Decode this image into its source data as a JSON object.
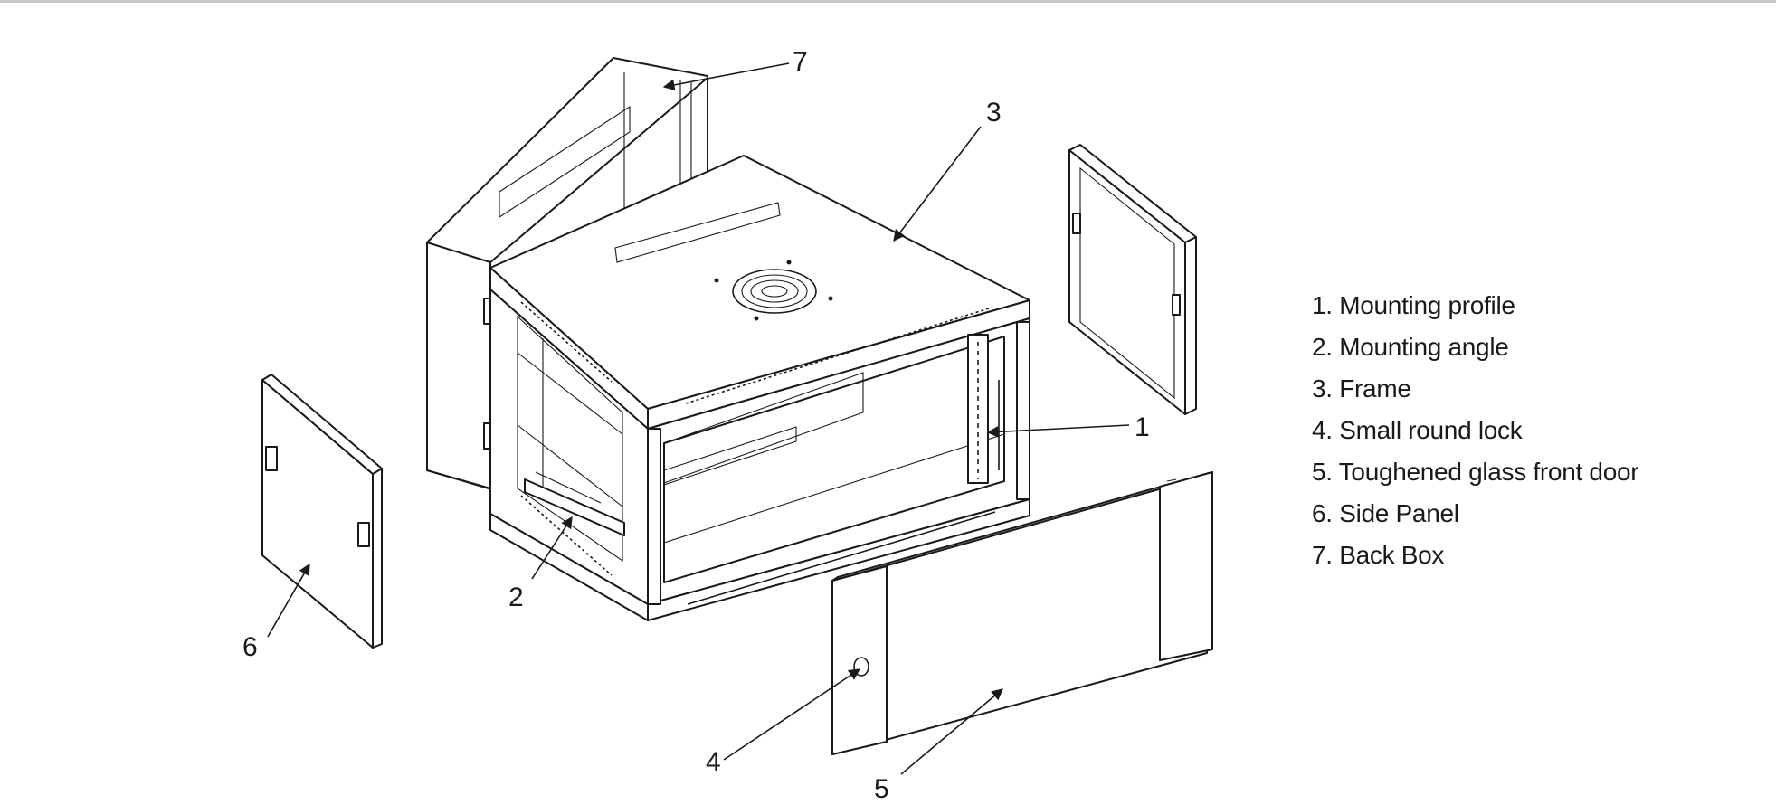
{
  "callouts": [
    "1",
    "2",
    "3",
    "4",
    "5",
    "6",
    "7"
  ],
  "legend": [
    "1. Mounting profile",
    "2. Mounting angle",
    "3. Frame",
    "4. Small round lock",
    "5. Toughened glass front door",
    "6. Side Panel",
    "7. Back Box"
  ]
}
